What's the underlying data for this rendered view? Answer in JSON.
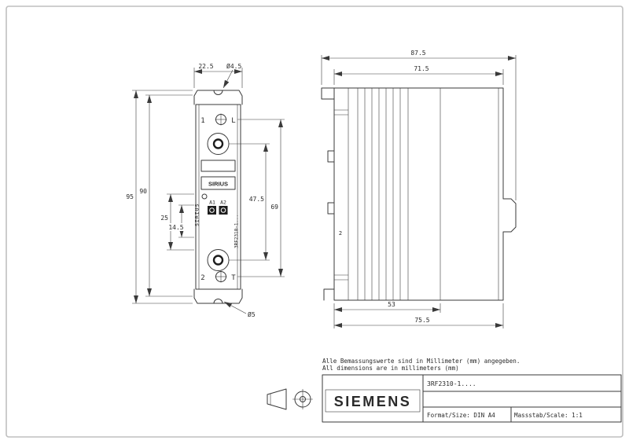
{
  "drawing": {
    "line_color": "#3a3a3a"
  },
  "front_view": {
    "labels": {
      "terminal_top_number": "1",
      "terminal_top_letter": "L",
      "terminal_bottom_number": "2",
      "terminal_bottom_letter": "T",
      "sirius_box": "SIRIUS",
      "sirius_vertical": "SIRIUS",
      "a1": "A1",
      "a2": "A2",
      "model_vertical": "3RF2310-1..."
    },
    "dimensions": {
      "width_top": "22.5",
      "hole_top": "Ø4.5",
      "height_overall": "95",
      "height_mounting": "90",
      "dim_25": "25",
      "dim_14_5": "14.5",
      "dim_47_5": "47.5",
      "dim_69": "69",
      "hole_bottom": "Ø5"
    }
  },
  "side_view": {
    "labels": {
      "item_2": "2"
    },
    "dimensions": {
      "depth_overall": "87.5",
      "depth_body": "71.5",
      "dim_53": "53",
      "dim_75_5": "75.5"
    }
  },
  "notes": {
    "line1_de": "Alle Bemassungswerte sind in Millimeter (mm) angegeben.",
    "line2_en": "All dimensions are in millimeters (mm)"
  },
  "title_block": {
    "brand": "SIEMENS",
    "brand_color": "#109898",
    "part_number": "3RF2310-1....",
    "format": "Format/Size: DIN A4",
    "scale": "Massstab/Scale: 1:1"
  }
}
